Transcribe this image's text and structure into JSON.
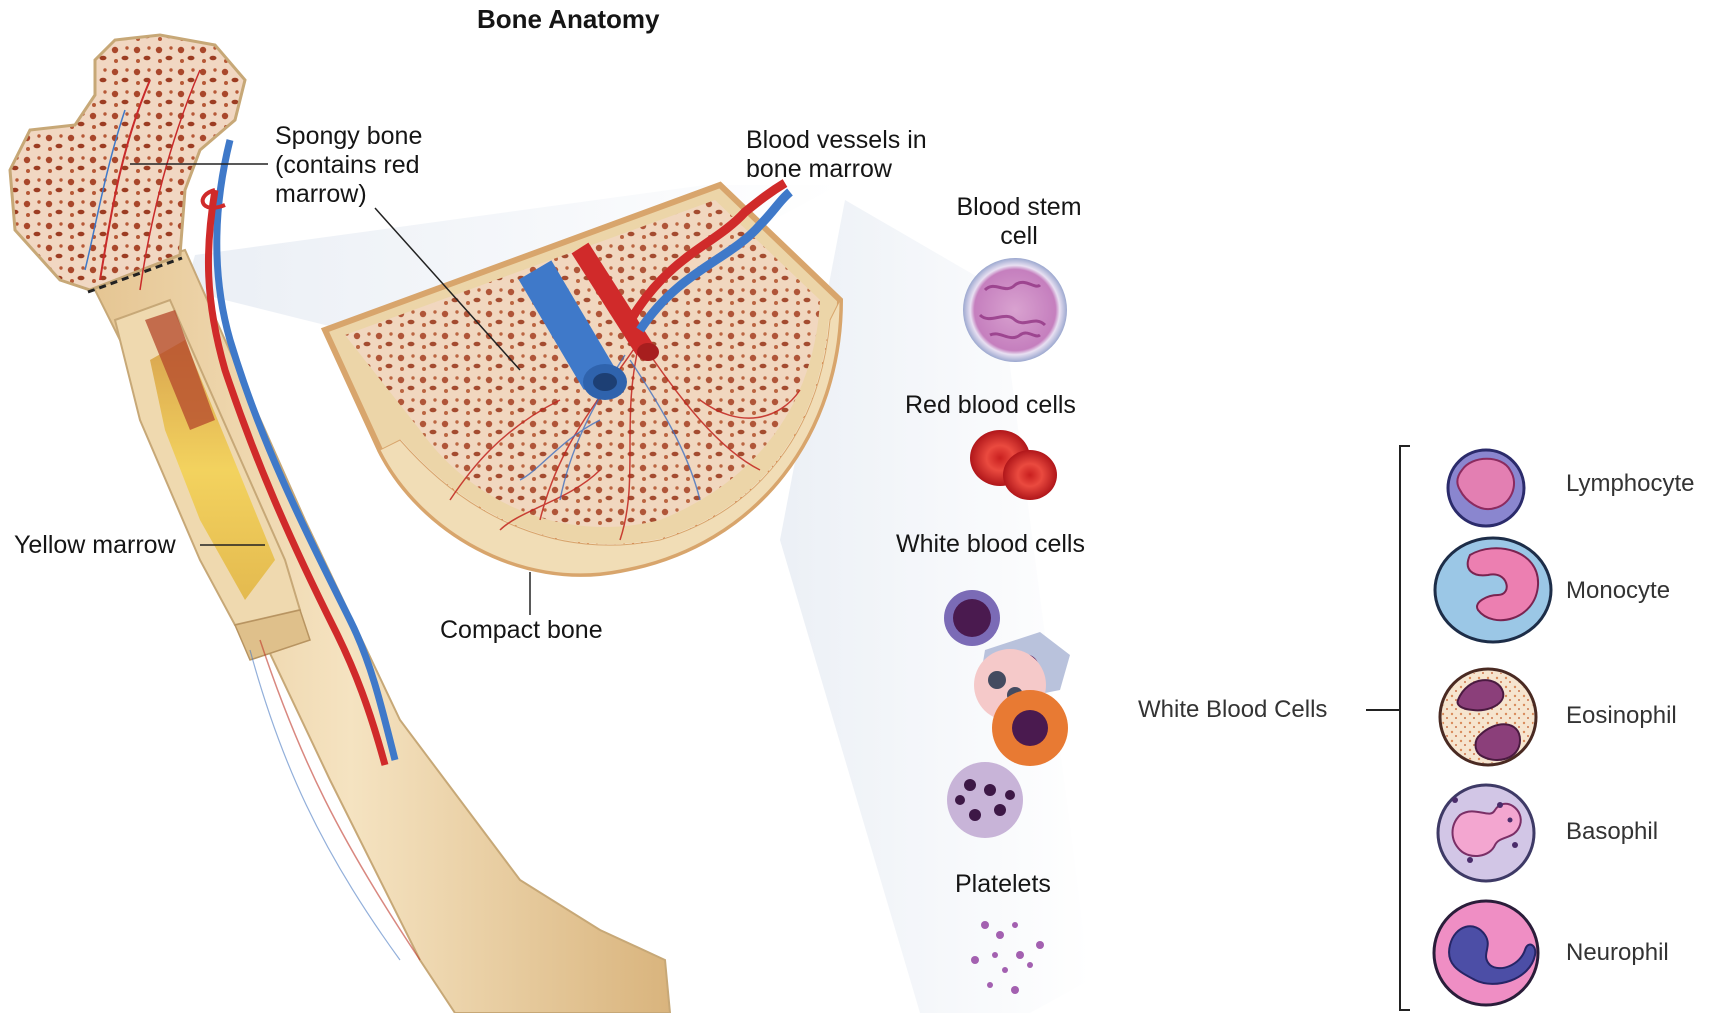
{
  "title": "Bone Anatomy",
  "labels": {
    "spongy_bone": [
      "Spongy bone",
      "(contains red",
      "marrow)"
    ],
    "blood_vessels": [
      "Blood vessels in",
      "bone marrow"
    ],
    "yellow_marrow": "Yellow marrow",
    "compact_bone": "Compact bone",
    "blood_stem_cell": [
      "Blood stem",
      "cell"
    ],
    "red_blood_cells": "Red blood cells",
    "white_blood_cells": "White blood cells",
    "platelets": "Platelets"
  },
  "wbc_group": {
    "title": "White Blood Cells",
    "types": [
      "Lymphocyte",
      "Monocyte",
      "Eosinophil",
      "Basophil",
      "Neurophil"
    ]
  },
  "colors": {
    "bone": "#ead2a4",
    "bone_edge": "#c7a877",
    "spongy": "#b9683f",
    "artery": "#d02a2a",
    "vein": "#3f79c9",
    "yellow_marrow": "#f0c640"
  }
}
